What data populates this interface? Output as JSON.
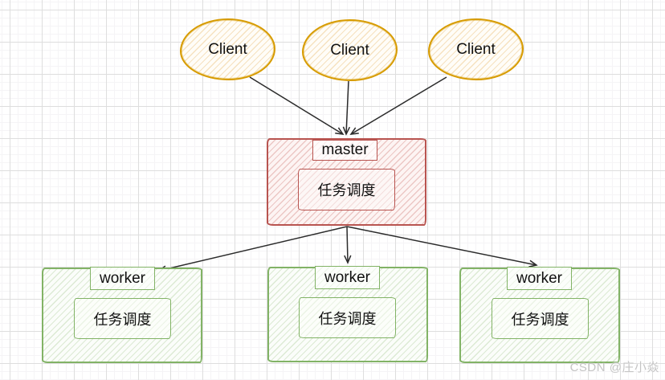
{
  "diagram": {
    "clients": [
      {
        "label": "Client"
      },
      {
        "label": "Client"
      },
      {
        "label": "Client"
      }
    ],
    "master": {
      "title": "master",
      "module": "任务调度"
    },
    "workers": [
      {
        "title": "worker",
        "module": "任务调度"
      },
      {
        "title": "worker",
        "module": "任务调度"
      },
      {
        "title": "worker",
        "module": "任务调度"
      }
    ]
  },
  "watermark": "CSDN @庄小焱",
  "colors": {
    "client_stroke": "#d79b00",
    "master_stroke": "#b85450",
    "worker_stroke": "#82b366",
    "arrow": "#2b2b2b",
    "grid_major": "#dedede"
  }
}
